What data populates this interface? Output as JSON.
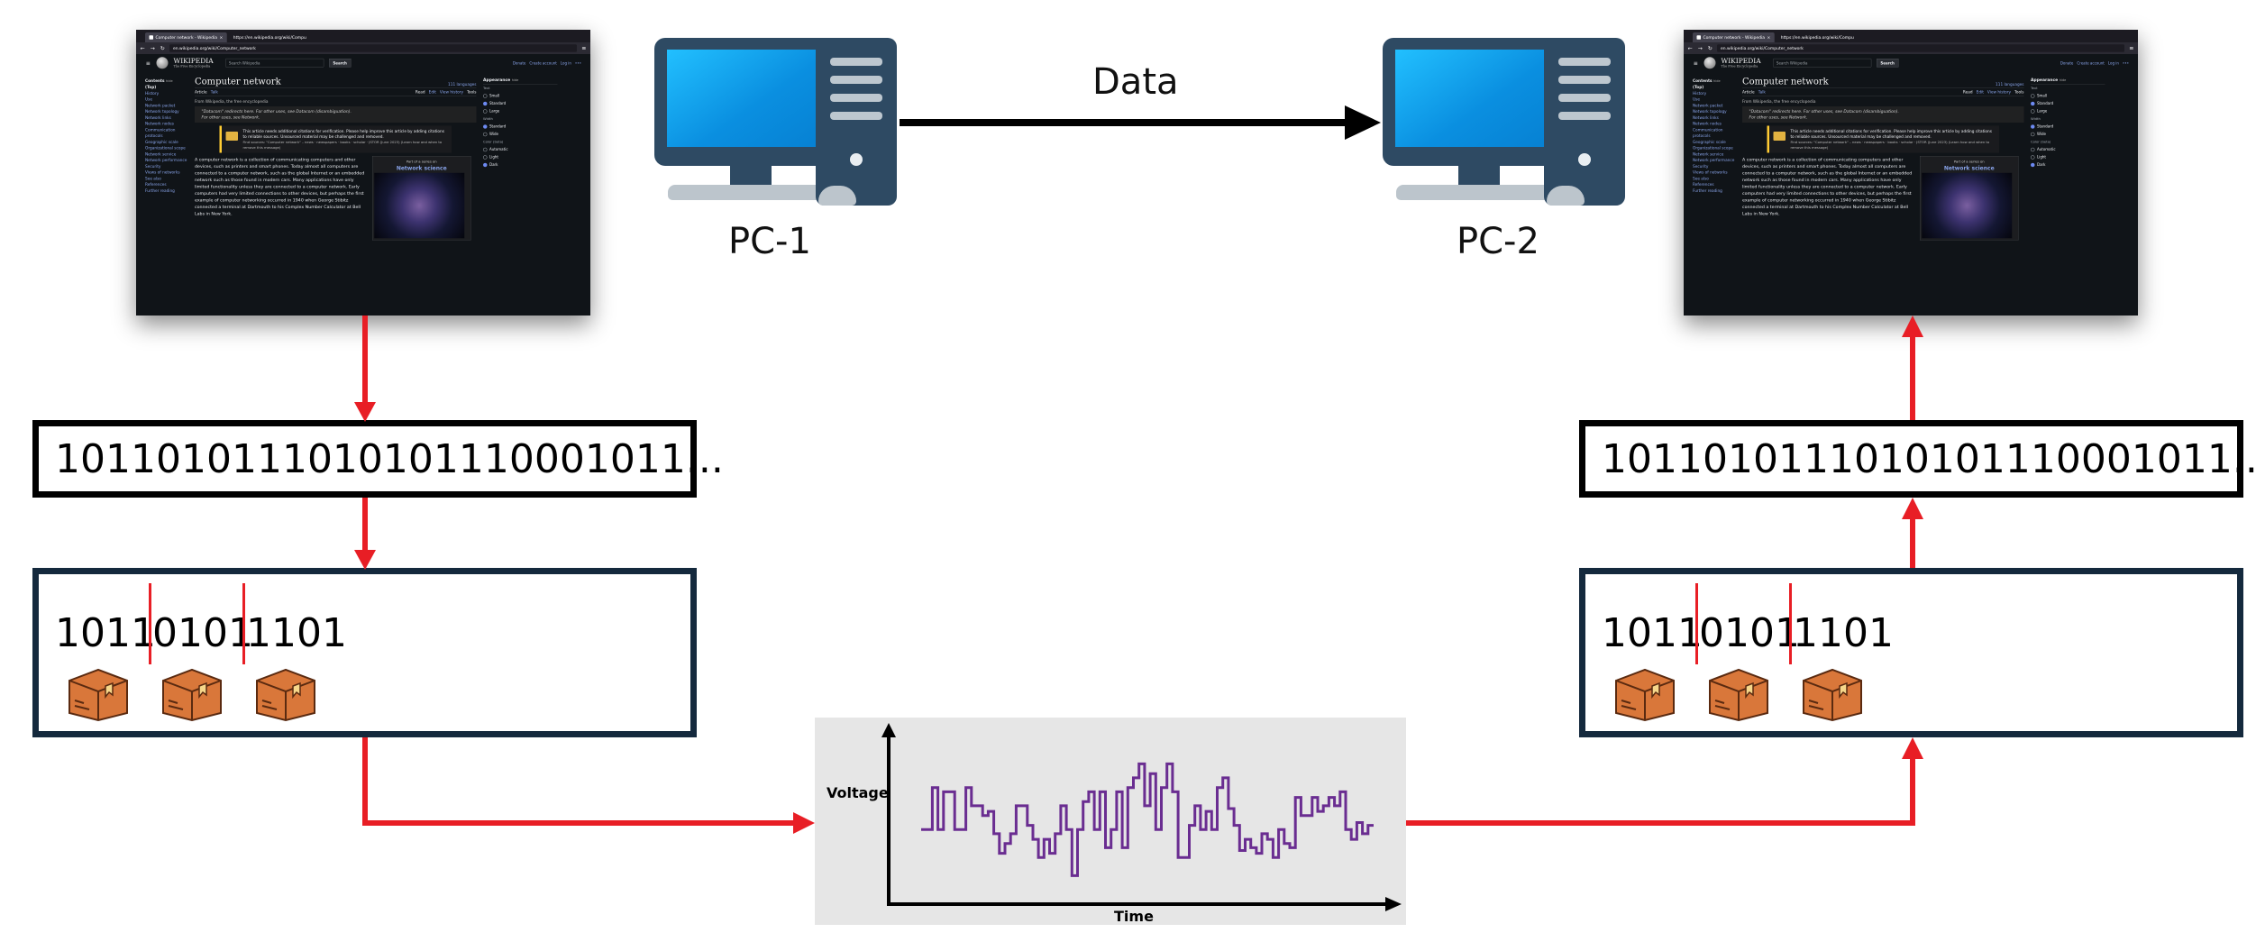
{
  "browser": {
    "tab_title": "Computer network - Wikipedia",
    "tab2_title": "https://en.wikipedia.org/wiki/Compu",
    "url": "en.wikipedia.org/wiki/Computer_network",
    "wordmark": "WIKIPEDIA",
    "tagline": "The Free Encyclopedia",
    "search_placeholder": "Search Wikipedia",
    "search_button": "Search",
    "header_links": [
      "Donate",
      "Create account",
      "Log in",
      "•••"
    ],
    "toc_heading": "Contents",
    "toc_hide": "hide",
    "toc_items": [
      "(Top)",
      "History",
      "Use",
      "Network packet",
      "Network topology",
      "Network links",
      "Network nodes",
      "Communication protocols",
      "Geographic scale",
      "Organizational scope",
      "Network service",
      "Network performance",
      "Security",
      "Views of networks",
      "See also",
      "References",
      "Further reading"
    ],
    "article_title": "Computer network",
    "languages": "111 languages",
    "article_tabs_left": [
      "Article",
      "Talk"
    ],
    "article_tabs_right": [
      "Read",
      "Edit",
      "View history",
      "Tools"
    ],
    "from_line": "From Wikipedia, the free encyclopedia",
    "hatnote_1": "\"Datacom\" redirects here. For other uses, see Datacom (disambiguation).",
    "hatnote_2": "For other uses, see Network.",
    "ambox_1": "This article needs additional citations for verification. Please help improve this article by adding citations to reliable sources. Unsourced material may be challenged and removed.",
    "ambox_2": "Find sources: \"Computer network\" – news · newspapers · books · scholar · JSTOR (June 2023) (Learn how and when to remove this message)",
    "body_text": "A computer network is a collection of communicating computers and other devices, such as printers and smart phones. Today almost all computers are connected to a computer network, such as the global Internet or an embedded network such as those found in modern cars. Many applications have only limited functionality unless they are connected to a computer network. Early computers had very limited connections to other devices, but perhaps the first example of computer networking occurred in 1940 when George Stibitz connected a terminal at Dartmouth to his Complex Number Calculator at Bell Labs in New York.",
    "infobox_top": "Part of a series on",
    "infobox_title": "Network science",
    "appearance_heading": "Appearance",
    "appearance_hide": "hide",
    "text_heading": "Text",
    "text_options": [
      "Small",
      "Standard",
      "Large"
    ],
    "width_heading": "Width",
    "width_options": [
      "Standard",
      "Wide"
    ],
    "color_heading": "Color (beta)",
    "color_options": [
      "Automatic",
      "Light",
      "Dark"
    ]
  },
  "labels": {
    "data": "Data",
    "pc1": "PC-1",
    "pc2": "PC-2"
  },
  "bitstream": "1011010111010101110001011...",
  "packet_segments": [
    "1011",
    "0101",
    "1101"
  ],
  "plot": {
    "ylabel": "Voltage",
    "xlabel": "Time"
  },
  "colors": {
    "arrow_red": "#e81e25",
    "pc_body": "#2e4a63",
    "screen_blue": "#0a8fe0",
    "signal": "#6a2d91",
    "box_border": "#14293d",
    "package": "#d9773a"
  },
  "chart_data": {
    "type": "line",
    "title": "",
    "xlabel": "Time",
    "ylabel": "Voltage",
    "series": [
      {
        "values": [
          0.45,
          0.45,
          0.75,
          0.45,
          0.72,
          0.72,
          0.45,
          0.45,
          0.75,
          0.62,
          0.62,
          0.55,
          0.58,
          0.42,
          0.28,
          0.35,
          0.42,
          0.62,
          0.62,
          0.48,
          0.38,
          0.25,
          0.38,
          0.28,
          0.42,
          0.62,
          0.45,
          0.12,
          0.45,
          0.65,
          0.72,
          0.45,
          0.72,
          0.32,
          0.45,
          0.72,
          0.32,
          0.75,
          0.82,
          0.92,
          0.62,
          0.85,
          0.45,
          0.75,
          0.92,
          0.72,
          0.25,
          0.25,
          0.48,
          0.62,
          0.45,
          0.58,
          0.45,
          0.75,
          0.82,
          0.6,
          0.48,
          0.3,
          0.38,
          0.32,
          0.28,
          0.42,
          0.38,
          0.25,
          0.45,
          0.35,
          0.32,
          0.68,
          0.55,
          0.55,
          0.68,
          0.58,
          0.62,
          0.68,
          0.62,
          0.72,
          0.45,
          0.38,
          0.5,
          0.42,
          0.48
        ]
      }
    ]
  }
}
